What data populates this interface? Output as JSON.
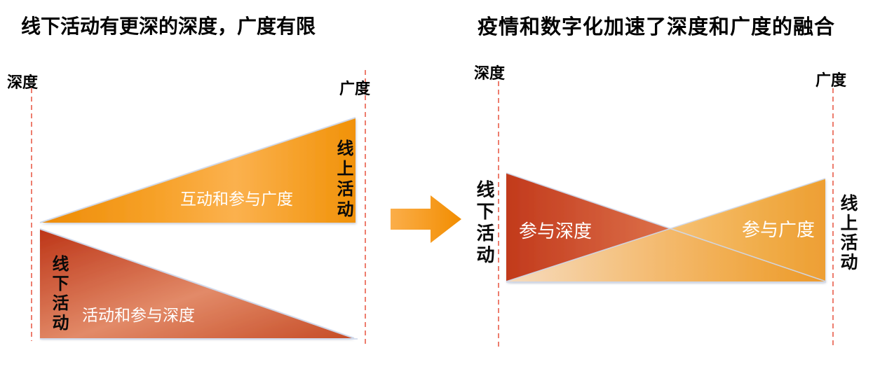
{
  "left_panel": {
    "title": "线下活动有更深的深度，广度有限",
    "axis": {
      "depth_label": "深度",
      "breadth_label": "广度"
    },
    "breadth_triangle": {
      "label": "互动和参与广度",
      "side_label": "线上活动"
    },
    "depth_triangle": {
      "label": "活动和参与深度",
      "side_label": "线下活动"
    }
  },
  "right_panel": {
    "title": "疫情和数字化加速了深度和广度的融合",
    "axis": {
      "depth_label": "深度",
      "breadth_label": "广度"
    },
    "depth_triangle": {
      "label": "参与深度",
      "side_label": "线下活动"
    },
    "breadth_triangle": {
      "label": "参与广度",
      "side_label": "线上活动"
    }
  },
  "arrow": {
    "icon": "right-arrow"
  },
  "colors": {
    "dashed_guide": "#ed7d6e",
    "orange_deep": "#f19208",
    "orange_light": "#fbb14e",
    "orange_cream": "#fce9cb",
    "red_deep": "#bd3517",
    "red_light": "#e28a68",
    "edge_highlight": "#cfd9ec",
    "text_on_shape": "#ffffff",
    "title_text": "#000000"
  }
}
